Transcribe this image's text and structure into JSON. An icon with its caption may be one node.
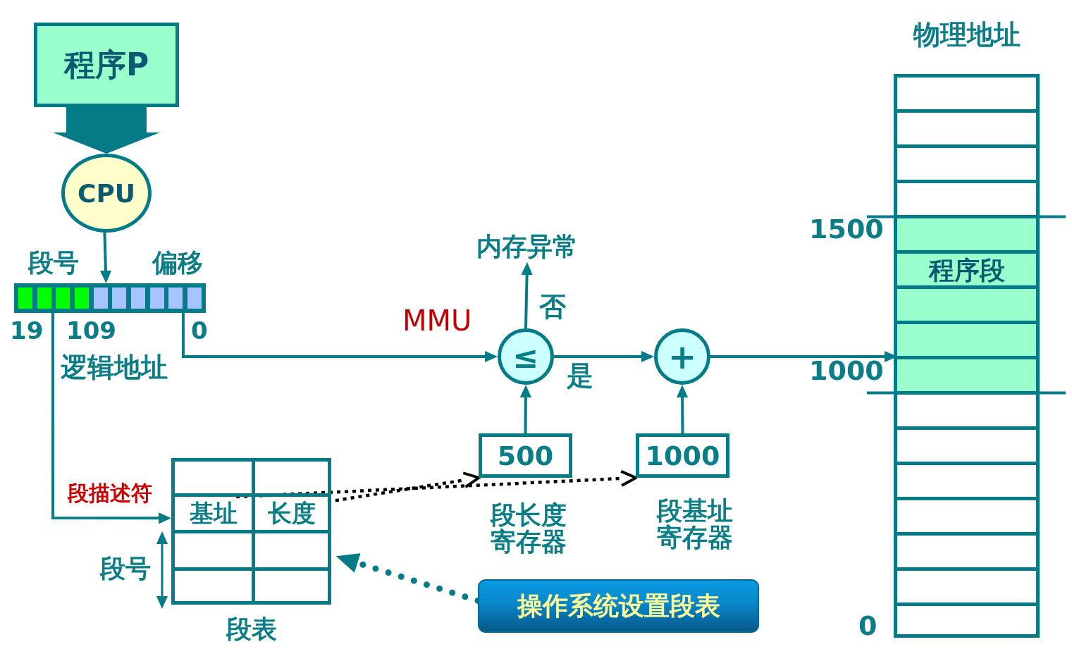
{
  "diagram": {
    "nodes": [
      {
        "text": [
          "程序P"
        ]
      },
      {
        "text": [
          "CPU"
        ]
      },
      {
        "text": [],
        "shape": "bar",
        "beside": [
          "段号",
          "偏移",
          "19",
          "109",
          "0",
          "逻辑地址"
        ]
      },
      {
        "text": [
          "≤"
        ]
      },
      {
        "text": [
          "+"
        ]
      },
      {
        "text": [
          "内存异常"
        ]
      },
      {
        "text": [
          "500"
        ],
        "beside": [
          "段长度寄存器"
        ]
      },
      {
        "text": [
          "1000"
        ],
        "beside": [
          "段基址寄存器"
        ]
      },
      {
        "text": [
          "段表"
        ],
        "beside": [
          "段描述符",
          "段号"
        ]
      },
      {
        "text": [
          "基址"
        ],
        "in": 8
      },
      {
        "text": [
          "长度"
        ],
        "in": 8
      },
      {
        "text": [
          "操作系统设置段表"
        ]
      },
      {
        "text": [
          "物理地址"
        ]
      },
      {
        "text": [
          "程序段"
        ],
        "in": 12
      }
    ],
    "edges": [
      {
        "from": 0,
        "to": 1,
        "arrow": "to",
        "style": "thick"
      },
      {
        "from": 1,
        "to": 2,
        "arrow": "to"
      },
      {
        "from": 2,
        "to": 3,
        "arrow": "to"
      },
      {
        "from": 2,
        "to": 8,
        "arrow": "to"
      },
      {
        "from": 3,
        "to": 5,
        "arrow": "to",
        "label": "否"
      },
      {
        "from": 3,
        "to": 4,
        "arrow": "to",
        "label": "是"
      },
      {
        "from": 6,
        "to": 3,
        "arrow": "to"
      },
      {
        "from": 7,
        "to": 4,
        "arrow": "to"
      },
      {
        "from": 4,
        "to": 13,
        "arrow": "to"
      },
      {
        "from": 9,
        "to": 7,
        "arrow": "to",
        "style": "dashed",
        "color": "#000000"
      },
      {
        "from": 10,
        "to": 6,
        "arrow": "to",
        "style": "dashed",
        "color": "#000000"
      },
      {
        "from": 11,
        "to": 8,
        "arrow": "to",
        "style": "dashed"
      }
    ],
    "labels": [
      "MMU",
      "1500",
      "1000",
      "0"
    ]
  }
}
